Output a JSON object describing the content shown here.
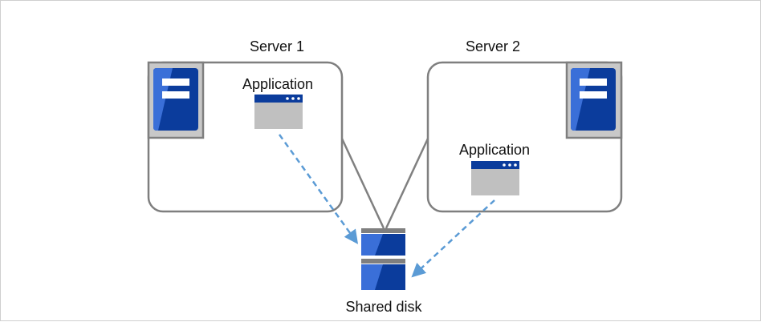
{
  "server1": {
    "label": "Server 1",
    "app_label": "Application"
  },
  "server2": {
    "label": "Server 2",
    "app_label": "Application"
  },
  "shared_disk": {
    "label": "Shared disk"
  },
  "colors": {
    "box_border": "#7f7f7f",
    "server_blue": "#0b3c9c",
    "server_highlight": "#3a6fd8",
    "panel_gray": "#c8c8c8",
    "window_gray": "#c0c0c0",
    "access_arrow": "#5b9bd5",
    "connector": "#808080"
  },
  "icons": [
    "server-icon",
    "application-window-icon",
    "shared-disk-icon"
  ]
}
